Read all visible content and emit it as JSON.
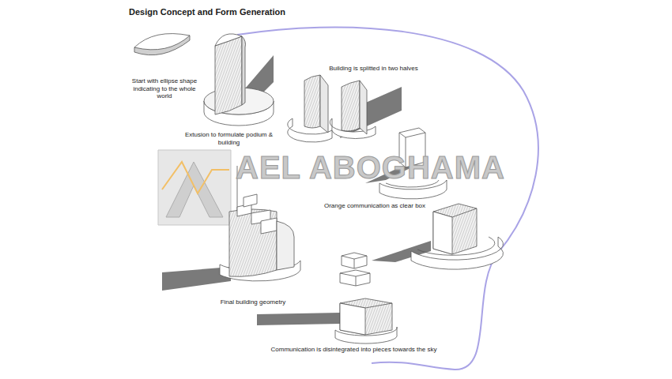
{
  "diagram": {
    "title": "Design Concept and Form Generation",
    "labels": [
      "Start with ellipse shape indicating to the whole world",
      "Extusion to formulate podium & building",
      "Building is splitted in two halves",
      "Orange communication as clear box",
      "Final building geometry",
      "Communication is disintegrated into pieces towards the sky",
      "AEL ABOGHAMA"
    ]
  }
}
